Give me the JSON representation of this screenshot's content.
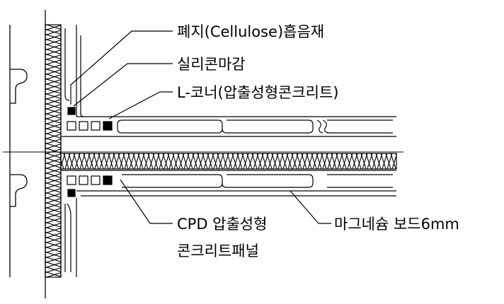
{
  "labels": {
    "cellulose": "폐지(Cellulose)흡음재",
    "silicone": "실리콘마감",
    "lcorner": "L-코너(압출성형콘크리트)",
    "cpd_line1": "CPD 압출성형",
    "cpd_line2": "콘크리트패널",
    "magnesium": "마그네슘 보드6mm"
  },
  "colors": {
    "line": "#000000",
    "background": "#ffffff"
  }
}
